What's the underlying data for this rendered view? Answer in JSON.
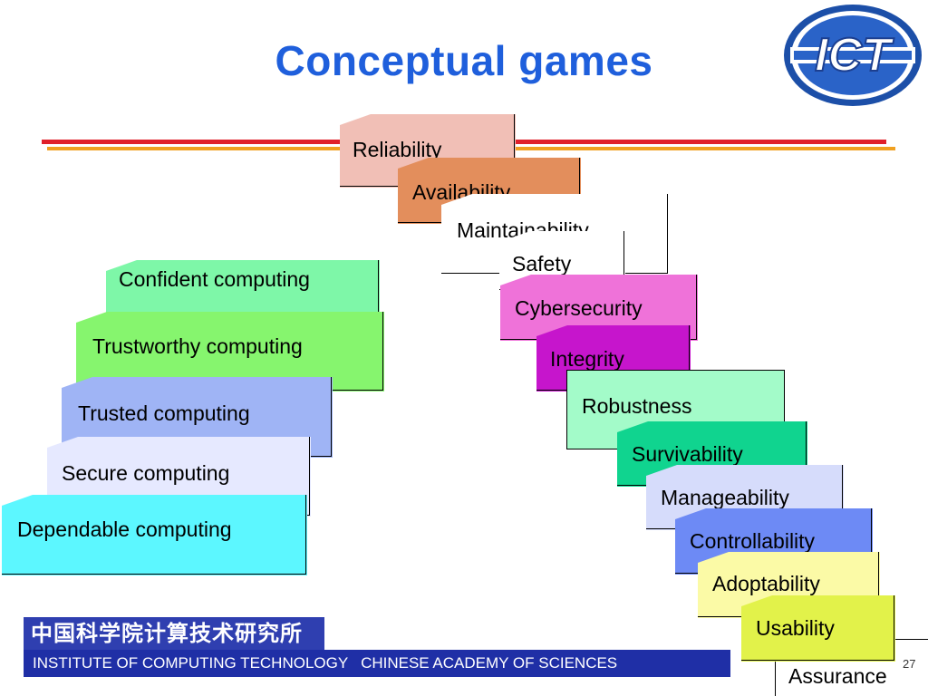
{
  "slide": {
    "title": "Conceptual games",
    "page_number": "27",
    "colors": {
      "title": "#1f5fdc",
      "rule_red": "#e0202a",
      "rule_orange": "#f0a020",
      "footer": "#1f2fa6"
    }
  },
  "logo": {
    "text": "ICT",
    "icon": "ict-logo-icon"
  },
  "left_stack": [
    {
      "label": "Confident computing",
      "color": "#7ef7a8"
    },
    {
      "label": "Trustworthy computing",
      "color": "#86f56e"
    },
    {
      "label": "Trusted computing",
      "color": "#9fb4f5"
    },
    {
      "label": "Secure computing",
      "color": "#e6e9ff"
    },
    {
      "label": "Dependable computing",
      "color": "#5cf7ff"
    }
  ],
  "right_stack": [
    {
      "label": "Reliability",
      "color": "#f1bfb6"
    },
    {
      "label": "Availability",
      "color": "#e38e5c"
    },
    {
      "label": "Maintainability",
      "color": "#ffffff"
    },
    {
      "label": "Safety",
      "color": "#ffffff"
    },
    {
      "label": "Cybersecurity",
      "color": "#ef72d9"
    },
    {
      "label": "Integrity",
      "color": "#c615cc"
    },
    {
      "label": "Robustness",
      "color": "#a3fbc9"
    },
    {
      "label": "Survivability",
      "color": "#10d48f"
    },
    {
      "label": "Manageability",
      "color": "#d6dcfb"
    },
    {
      "label": "Controllability",
      "color": "#6d8af5"
    },
    {
      "label": "Adoptability",
      "color": "#fbfaa6"
    },
    {
      "label": "Usability",
      "color": "#e2f24a"
    }
  ],
  "footer": {
    "chinese_name": "中国科学院计算技术研究所",
    "english_name": "INSTITUTE OF COMPUTING TECHNOLOGY   CHINESE ACADEMY OF SCIENCES"
  },
  "assurance": {
    "label": "Assurance"
  }
}
